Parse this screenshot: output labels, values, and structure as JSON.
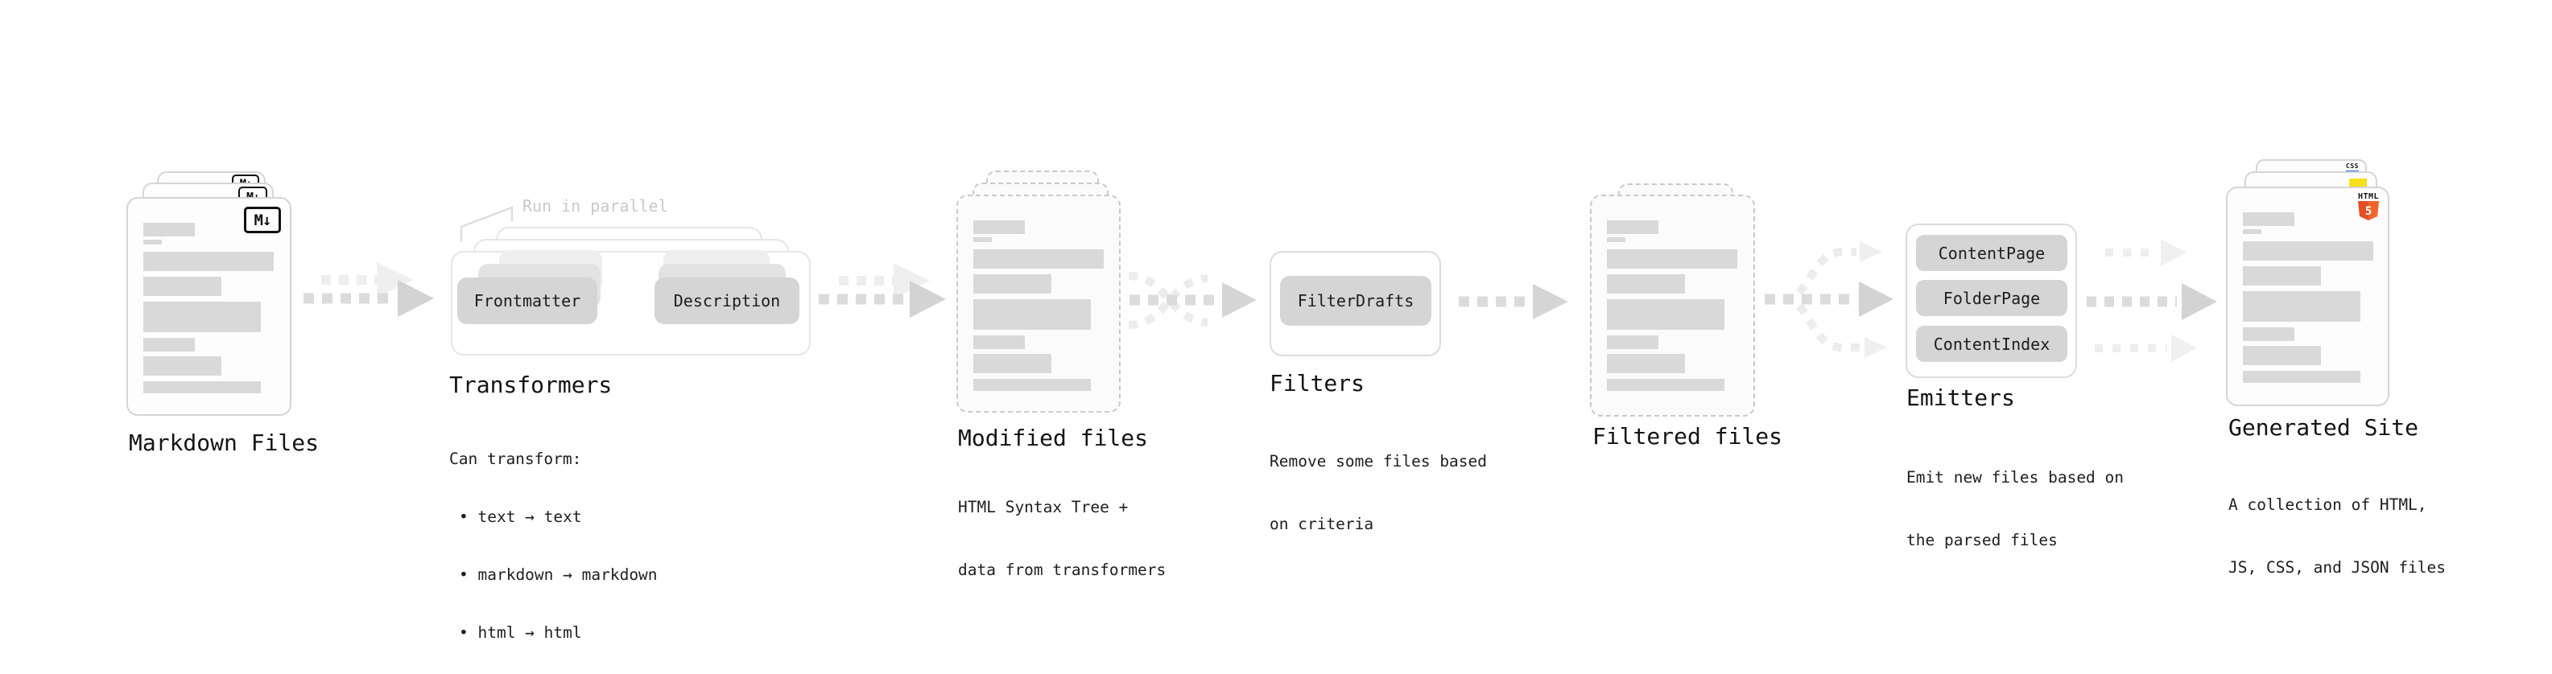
{
  "stages": {
    "markdown_files": {
      "title": "Markdown Files",
      "icon": "M↓"
    },
    "transformers": {
      "title": "Transformers",
      "annotation": "Run in parallel",
      "pills": {
        "frontmatter": "Frontmatter",
        "description": "Description"
      },
      "body": [
        "Can transform:",
        "• text → text",
        "• markdown → markdown",
        "• html → html"
      ]
    },
    "modified_files": {
      "title": "Modified files",
      "body": [
        "HTML Syntax Tree +",
        "data from transformers"
      ]
    },
    "filters": {
      "title": "Filters",
      "pills": {
        "filter_drafts": "FilterDrafts"
      },
      "body": [
        "Remove some files based",
        "on criteria"
      ]
    },
    "filtered_files": {
      "title": "Filtered files"
    },
    "emitters": {
      "title": "Emitters",
      "pills": {
        "content_page": "ContentPage",
        "folder_page": "FolderPage",
        "content_index": "ContentIndex"
      },
      "body": [
        "Emit new files based on",
        "the parsed files"
      ]
    },
    "generated_site": {
      "title": "Generated Site",
      "body": [
        "A collection of HTML,",
        "JS, CSS, and JSON files"
      ],
      "badges": {
        "css_label": "CSS",
        "html5_label": "HTML",
        "html5_number": "5"
      }
    }
  },
  "colors": {
    "js_yellow": "#f7df1e",
    "css_blue": "#2e6bf0",
    "html5_orange": "#e44d26",
    "html5_orange_light": "#f16529",
    "pill_gray": "#d5d5d5",
    "arrow_gray": "#d3d3d3",
    "annotation_gray": "#c9c9c9"
  }
}
